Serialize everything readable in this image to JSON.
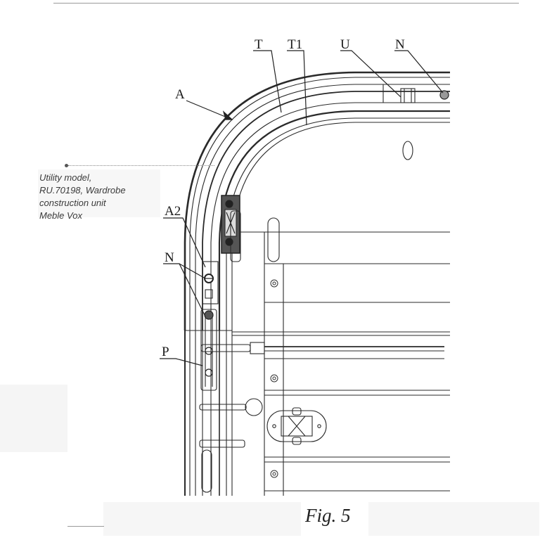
{
  "labels": {
    "T": "T",
    "T1": "T1",
    "U": "U",
    "N_top": "N",
    "A": "A",
    "A2": "A2",
    "N_left": "N",
    "P": "P"
  },
  "annotation": {
    "text": "Utility model,\nRU.70198, Wardrobe\n construction unit\nMeble Vox"
  },
  "caption": "Fig. 5"
}
